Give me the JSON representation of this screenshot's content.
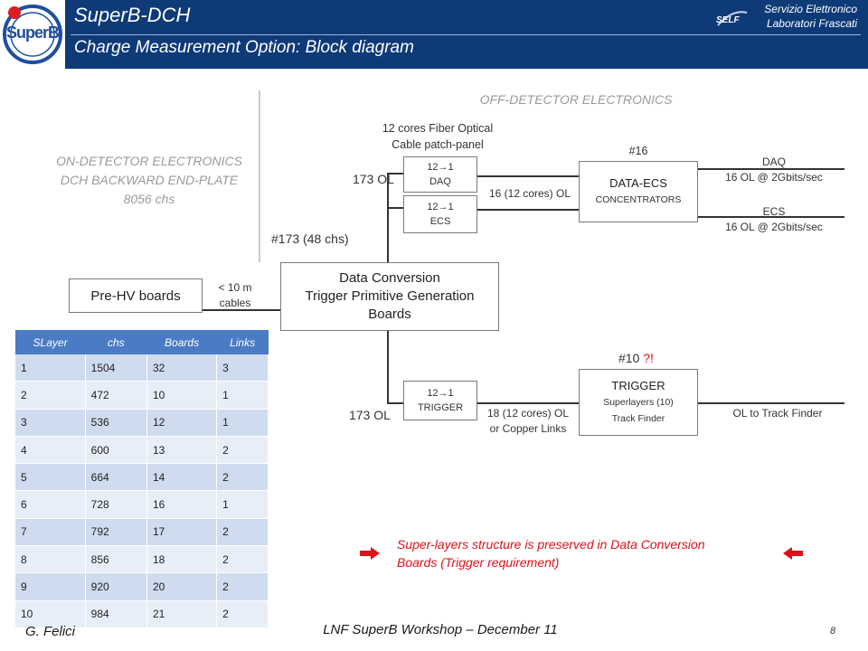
{
  "header": {
    "title": "SuperB-DCH",
    "subtitle": "Charge Measurement Option: Block diagram",
    "lab_line1": "Servizio Elettronico",
    "lab_line2": "Laboratori Frascati",
    "self_logo_text": "SELF",
    "logo_text": "SuperB"
  },
  "sections": {
    "off_detector": "OFF-DETECTOR ELECTRONICS",
    "on_detector_line1": "ON-DETECTOR ELECTRONICS",
    "on_detector_line2": "DCH BACKWARD END-PLATE",
    "on_detector_line3": "8056 chs"
  },
  "blocks": {
    "pre_hv": "Pre-HV boards",
    "cables_line1": "< 10 m",
    "cables_line2": "cables",
    "data_conv_line1": "Data Conversion",
    "data_conv_line2": "Trigger Primitive Generation",
    "data_conv_line3": "Boards",
    "count_173_48": "#173 (48 chs)",
    "ol_top": "173 OL",
    "ol_bottom": "173 OL",
    "patch_line1": "12 cores Fiber Optical",
    "patch_line2": "Cable patch-panel",
    "mux_daq_ratio": "12→1",
    "mux_daq_name": "DAQ",
    "mux_ecs_ratio": "12→1",
    "mux_ecs_name": "ECS",
    "mux_trig_ratio": "12→1",
    "mux_trig_name": "TRIGGER",
    "link_16": "16 (12 cores) OL",
    "link_18_line1": "18 (12 cores) OL",
    "link_18_line2": "or Copper Links",
    "count_16": "#16",
    "data_ecs_line1": "DATA-ECS",
    "data_ecs_line2": "CONCENTRATORS",
    "daq_label": "DAQ",
    "daq_rate": "16 OL @ 2Gbits/sec",
    "ecs_label": "ECS",
    "ecs_rate": "16 OL @ 2Gbits/sec",
    "count_10": "#10 ",
    "count_10_mark": "?!",
    "trigger_line1": "TRIGGER",
    "trigger_line2": "Superlayers (10)",
    "trigger_line3": "Track Finder",
    "ol_track": "OL to Track Finder"
  },
  "note": {
    "line1": "Super-layers structure is preserved in Data Conversion",
    "line2": "Boards (Trigger requirement)"
  },
  "table": {
    "headers": [
      "SLayer",
      "chs",
      "Boards",
      "Links"
    ],
    "rows": [
      [
        "1",
        "1504",
        "32",
        "3"
      ],
      [
        "2",
        "472",
        "10",
        "1"
      ],
      [
        "3",
        "536",
        "12",
        "1"
      ],
      [
        "4",
        "600",
        "13",
        "2"
      ],
      [
        "5",
        "664",
        "14",
        "2"
      ],
      [
        "6",
        "728",
        "16",
        "1"
      ],
      [
        "7",
        "792",
        "17",
        "2"
      ],
      [
        "8",
        "856",
        "18",
        "2"
      ],
      [
        "9",
        "920",
        "20",
        "2"
      ],
      [
        "10",
        "984",
        "21",
        "2"
      ]
    ]
  },
  "footer": {
    "author": "G. Felici",
    "event": "LNF SuperB Workshop – December 11",
    "page": "8"
  },
  "colors": {
    "header_bg": "#0e3a78",
    "table_header": "#4a7bc4",
    "note_red": "#e0101a"
  }
}
